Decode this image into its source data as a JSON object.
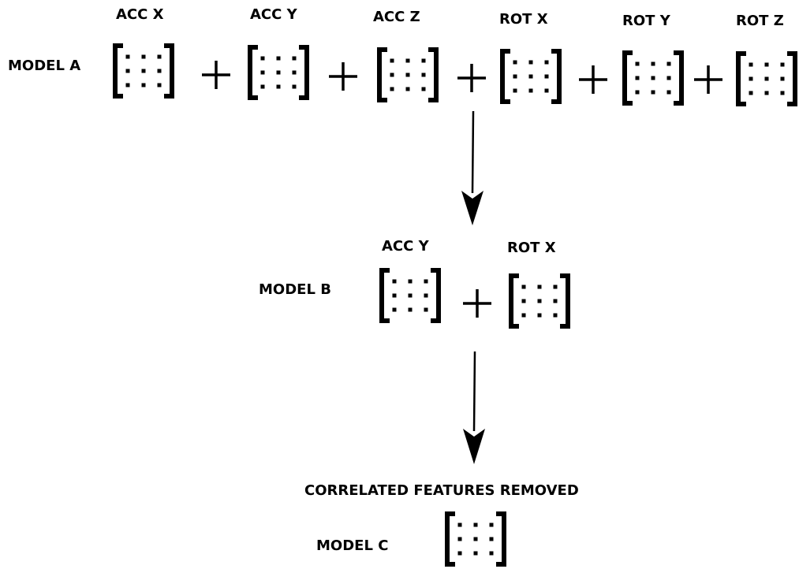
{
  "diagram": {
    "model_a": {
      "label": "MODEL A",
      "features": [
        "ACC X",
        "ACC Y",
        "ACC Z",
        "ROT X",
        "ROT Y",
        "ROT Z"
      ]
    },
    "model_b": {
      "label": "MODEL B",
      "features": [
        "ACC Y",
        "ROT X"
      ]
    },
    "model_c": {
      "label": "MODEL C",
      "caption": "CORRELATED FEATURES REMOVED"
    }
  },
  "icons": {
    "matrix": "matrix-icon",
    "plus": "plus-icon",
    "arrow": "arrow-down-icon"
  }
}
